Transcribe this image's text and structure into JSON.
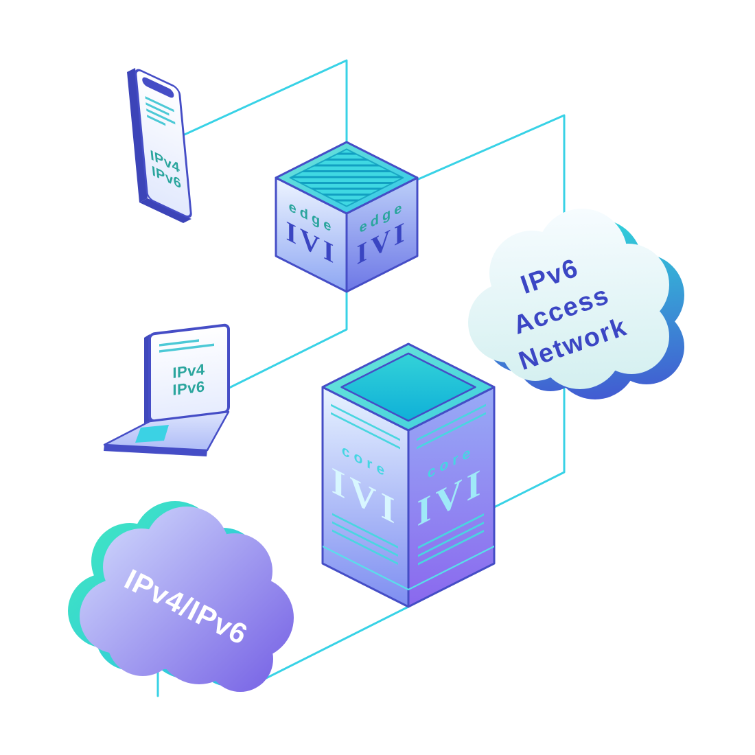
{
  "palette": {
    "background": "#ffffff",
    "connector_cyan": "#38d2e6",
    "outline_indigo": "#454dc6",
    "label_teal": "#2aa59d",
    "brand_indigo": "#3a45c2",
    "label_cyan": "#45d6e2",
    "cloud_text_indigo": "#3b46c4",
    "cloud_text_white": "#ffffff"
  },
  "phone": {
    "screen_label_line1": "IPv4",
    "screen_label_line2": "IPv6"
  },
  "laptop": {
    "screen_label_line1": "IPv4",
    "screen_label_line2": "IPv6"
  },
  "edge_cube": {
    "left_face": {
      "role": "edge",
      "brand": "IVI"
    },
    "right_face": {
      "role": "edge",
      "brand": "IVI"
    }
  },
  "core_server": {
    "left_face": {
      "role": "core",
      "brand": "IVI"
    },
    "right_face": {
      "role": "core",
      "brand": "IVI"
    }
  },
  "access_cloud": {
    "line1": "IPv6",
    "line2": "Access",
    "line3": "Network"
  },
  "dual_stack_cloud": {
    "label": "IPv4/IPv6"
  }
}
